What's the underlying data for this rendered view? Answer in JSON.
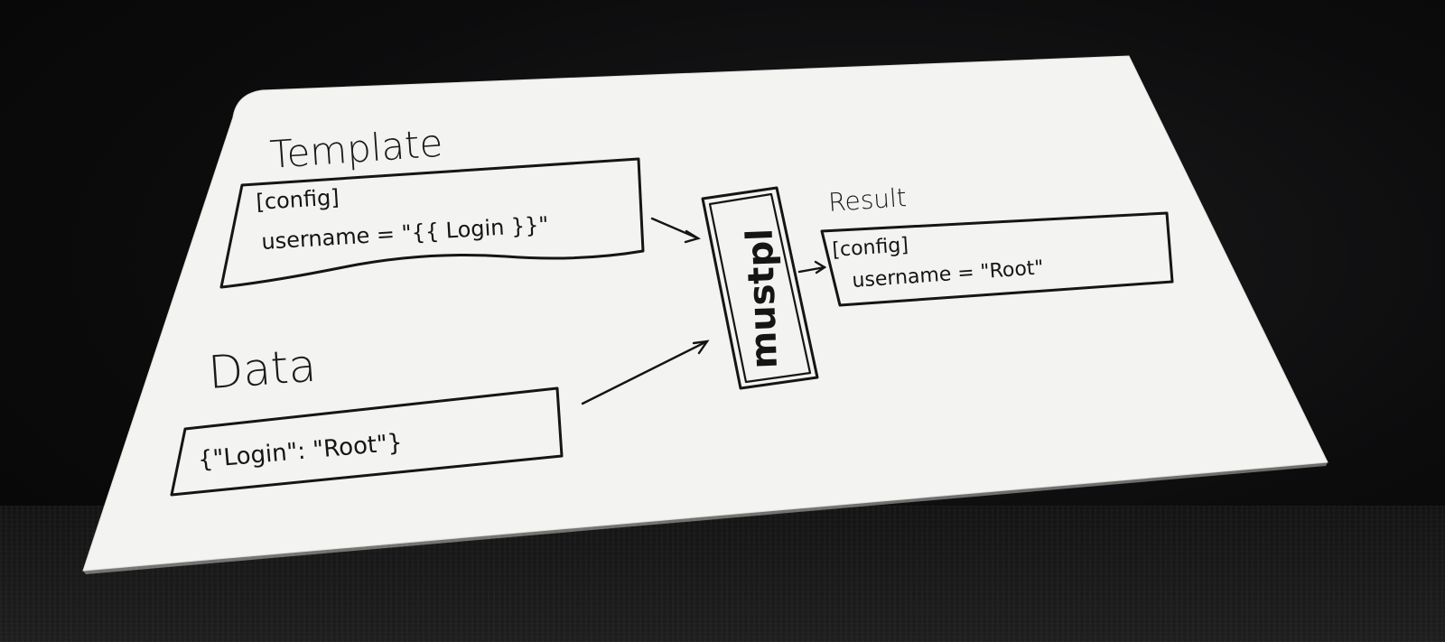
{
  "template": {
    "heading": "Template",
    "line1": "[config]",
    "line2": "username = \"{{ Login }}\""
  },
  "data": {
    "heading": "Data",
    "line1": "{\"Login\": \"Root\"}"
  },
  "engine": {
    "label": "mustpl"
  },
  "result": {
    "heading": "Result",
    "line1": "[config]",
    "line2": "username = \"Root\""
  },
  "colors": {
    "paper": "#f4f4f2",
    "ink": "#151515",
    "background": "#0d0d0e"
  }
}
